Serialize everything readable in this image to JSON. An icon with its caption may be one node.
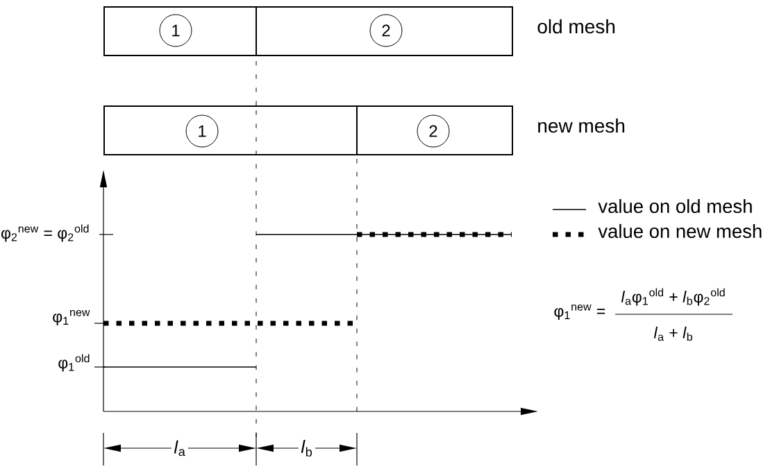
{
  "diagram": {
    "nodes": [
      {
        "text": [],
        "shape": "box",
        "beside": [
          "old mesh"
        ]
      },
      {
        "text": [
          "1"
        ],
        "in": 0
      },
      {
        "text": [
          "2"
        ],
        "in": 0
      },
      {
        "text": [],
        "shape": "box",
        "beside": [
          "new mesh"
        ]
      },
      {
        "text": [
          "1"
        ],
        "in": 3
      },
      {
        "text": [
          "2"
        ],
        "in": 3
      }
    ],
    "edges": [
      {
        "from": 0,
        "to": 3,
        "arrow": "none",
        "style": "dashed"
      }
    ],
    "labels": [
      "φ$_{2}$$^{new}$ = φ$_{2}$$^{old}$",
      "φ$_{1}$$^{new}$",
      "φ$_{1}$$^{new}$ =",
      "*l*$_{a}$φ$_{1}$$^{old}$ + *l*$_{b}$φ$_{2}$$^{old}$",
      "*l*$_{a}$ + *l*$_{b}$",
      "φ$_{1}$$^{old}$",
      "*l*$_{a}$",
      "*l*$_{b}$"
    ],
    "legend": [
      {
        "text": "value on old mesh"
      },
      {
        "text": "value on new mesh"
      }
    ]
  }
}
